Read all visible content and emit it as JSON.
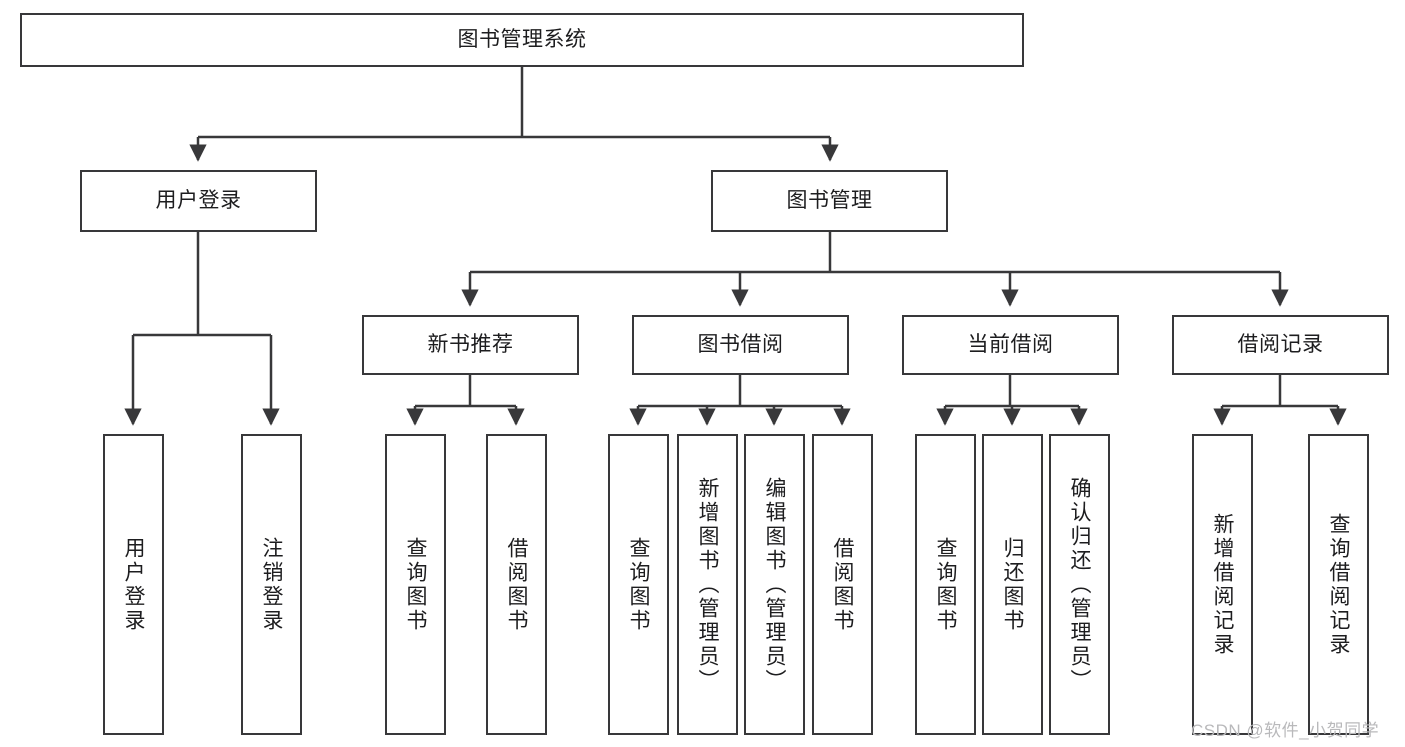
{
  "diagram": {
    "title": "图书管理系统",
    "orientation": "top-down-tree",
    "watermark": "CSDN @软件_小贺同学",
    "colors": {
      "border": "#38383a",
      "background": "#ffffff",
      "text": "#1d1d1f",
      "watermark": "#b9b9bb"
    },
    "nodes": {
      "root": {
        "label": "图书管理系统"
      },
      "level2": [
        {
          "id": "user_login",
          "label": "用户登录"
        },
        {
          "id": "book_manage",
          "label": "图书管理"
        }
      ],
      "level3": [
        {
          "id": "new_book_rec",
          "label": "新书推荐"
        },
        {
          "id": "book_borrow",
          "label": "图书借阅"
        },
        {
          "id": "current_borrow",
          "label": "当前借阅"
        },
        {
          "id": "borrow_record",
          "label": "借阅记录"
        }
      ],
      "leaves": {
        "user_login": [
          {
            "id": "leaf_user_login",
            "label": "用户登录"
          },
          {
            "id": "leaf_logout",
            "label": "注销登录"
          }
        ],
        "new_book_rec": [
          {
            "id": "leaf_query_book_1",
            "label": "查询图书"
          },
          {
            "id": "leaf_borrow_book_1",
            "label": "借阅图书"
          }
        ],
        "book_borrow": [
          {
            "id": "leaf_query_book_2",
            "label": "查询图书"
          },
          {
            "id": "leaf_add_book",
            "label": "新增图书（管理员）"
          },
          {
            "id": "leaf_edit_book",
            "label": "编辑图书（管理员）"
          },
          {
            "id": "leaf_borrow_book_2",
            "label": "借阅图书"
          }
        ],
        "current_borrow": [
          {
            "id": "leaf_query_book_3",
            "label": "查询图书"
          },
          {
            "id": "leaf_return_book",
            "label": "归还图书"
          },
          {
            "id": "leaf_confirm_return",
            "label": "确认归还（管理员）"
          }
        ],
        "borrow_record": [
          {
            "id": "leaf_add_record",
            "label": "新增借阅记录"
          },
          {
            "id": "leaf_query_record",
            "label": "查询借阅记录"
          }
        ]
      }
    }
  }
}
